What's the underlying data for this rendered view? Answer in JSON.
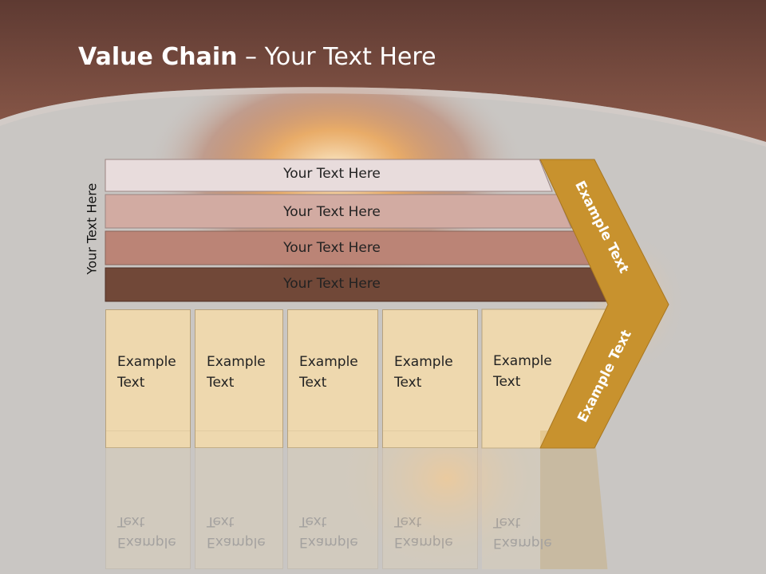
{
  "slide": {
    "title_bold": "Value Chain",
    "title_rest": " – Your Text Here",
    "side_label": "Your Text Here"
  },
  "support_bars": [
    {
      "label": "Your Text Here",
      "color": "#e8dcdc"
    },
    {
      "label": "Your Text Here",
      "color": "#d2aba2"
    },
    {
      "label": "Your Text Here",
      "color": "#bb8476"
    },
    {
      "label": "Your Text Here",
      "color": "#714838"
    }
  ],
  "primary_activities": [
    {
      "label": "Example Text"
    },
    {
      "label": "Example Text"
    },
    {
      "label": "Example Text"
    },
    {
      "label": "Example Text"
    },
    {
      "label": "Example Text"
    }
  ],
  "margin_chevron": {
    "upper_label": "Example Text",
    "lower_label": "Example Text",
    "color": "#c8922e"
  },
  "colors": {
    "header": "#7a4a3d",
    "background": "#c9c6c3",
    "activity_fill": "#eed8ae"
  }
}
